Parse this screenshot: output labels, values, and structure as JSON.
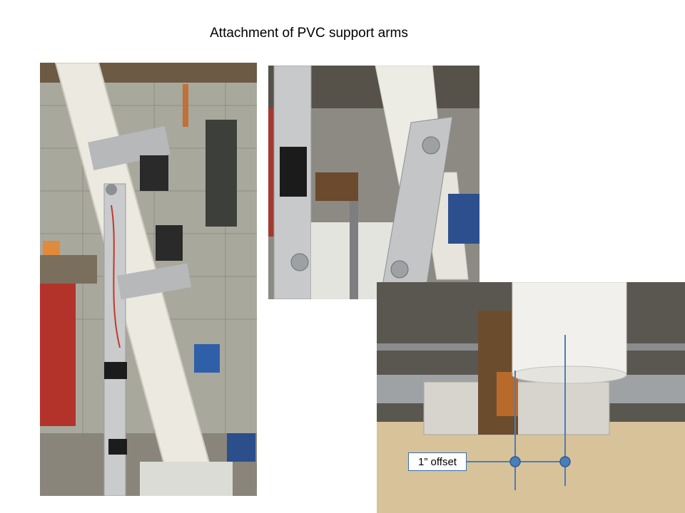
{
  "slide": {
    "title": "Attachment of PVC support arms",
    "annotation": {
      "label": "1” offset",
      "line_color": "#4a7ebb"
    }
  },
  "photos": [
    {
      "caption": "",
      "depicts": "pvc-pipe-bracket-left"
    },
    {
      "caption": "",
      "depicts": "aluminum-arm-bracket-mid"
    },
    {
      "caption": "",
      "depicts": "pvc-pipe-offset-closeup"
    }
  ],
  "colors": {
    "pvc": "#ece9e0",
    "aluminum": "#b9bcc0",
    "wood": "#d8c29a",
    "annotation_blue": "#4a7ebb"
  }
}
